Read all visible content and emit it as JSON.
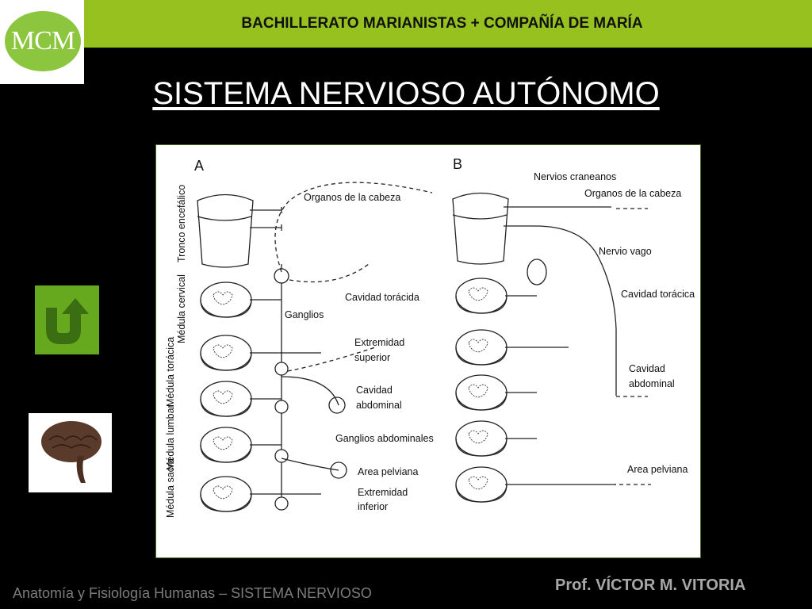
{
  "header": {
    "logo_text": "MCM",
    "banner_text": "BACHILLERATO MARIANISTAS + COMPAÑÍA DE MARÍA"
  },
  "slide": {
    "title": "SISTEMA NERVIOSO AUTÓNOMO"
  },
  "diagram": {
    "panel_a": {
      "letter": "A",
      "side_labels": [
        "Tronco encefálico",
        "Médula cervical",
        "Médula torácica",
        "Médula lumbar",
        "Médula sacra"
      ],
      "labels": {
        "organos_cabeza": "Organos de la cabeza",
        "cavidad_toracica": "Cavidad torácida",
        "ganglios": "Ganglios",
        "extremidad_superior_1": "Extremidad",
        "extremidad_superior_2": "superior",
        "cavidad_abdominal_1": "Cavidad",
        "cavidad_abdominal_2": "abdominal",
        "ganglios_abdominales": "Ganglios abdominales",
        "area_pelviana": "Area pelviana",
        "extremidad_inferior_1": "Extremidad",
        "extremidad_inferior_2": "inferior"
      }
    },
    "panel_b": {
      "letter": "B",
      "labels": {
        "nervios_craneanos": "Nervios craneanos",
        "organos_cabeza": "Organos de la cabeza",
        "nervio_vago": "Nervio vago",
        "cavidad_toracica": "Cavidad torácica",
        "cavidad_abdominal_1": "Cavidad",
        "cavidad_abdominal_2": "abdominal",
        "area_pelviana": "Area pelviana"
      }
    }
  },
  "footer": {
    "left": "Anatomía y Fisiología Humanas – SISTEMA NERVIOSO",
    "right": "Prof. VÍCTOR M. VITORIA"
  }
}
